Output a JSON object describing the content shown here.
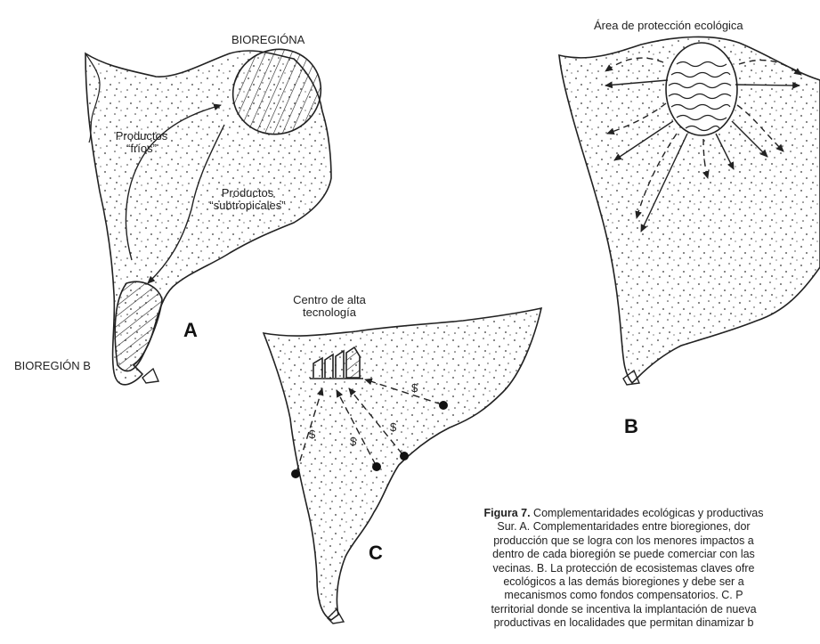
{
  "panel_a": {
    "letter": "A",
    "region_a_label": "BIOREGIÓNA",
    "region_b_label": "BIOREGIÓN B",
    "cold_products_line1": "Productos",
    "cold_products_line2": "“fríos”",
    "subtropical_line1": "Productos",
    "subtropical_line2": "“subtropicales”"
  },
  "panel_b": {
    "letter": "B",
    "title": "Área de protección ecológica"
  },
  "panel_c": {
    "letter": "C",
    "title_line1": "Centro de alta",
    "title_line2": "tecnología",
    "dollar_sign": "$"
  },
  "caption": {
    "label": "Figura 7.",
    "lines": [
      "Complementaridades ecológicas y productivas",
      "Sur. A. Complementaridades entre bioregiones, dor",
      "producción que se logra con los menores impactos a",
      "dentro de cada bioregión se puede comerciar con las",
      "vecinas. B. La protección de ecosistemas claves ofre",
      "ecológicos a las demás bioregiones y debe ser a",
      "mecanismos como fondos compensatorios. C. P",
      "territorial donde se incentiva la implantación de nueva",
      "productivas en localidades que permitan dinamizar b"
    ]
  }
}
